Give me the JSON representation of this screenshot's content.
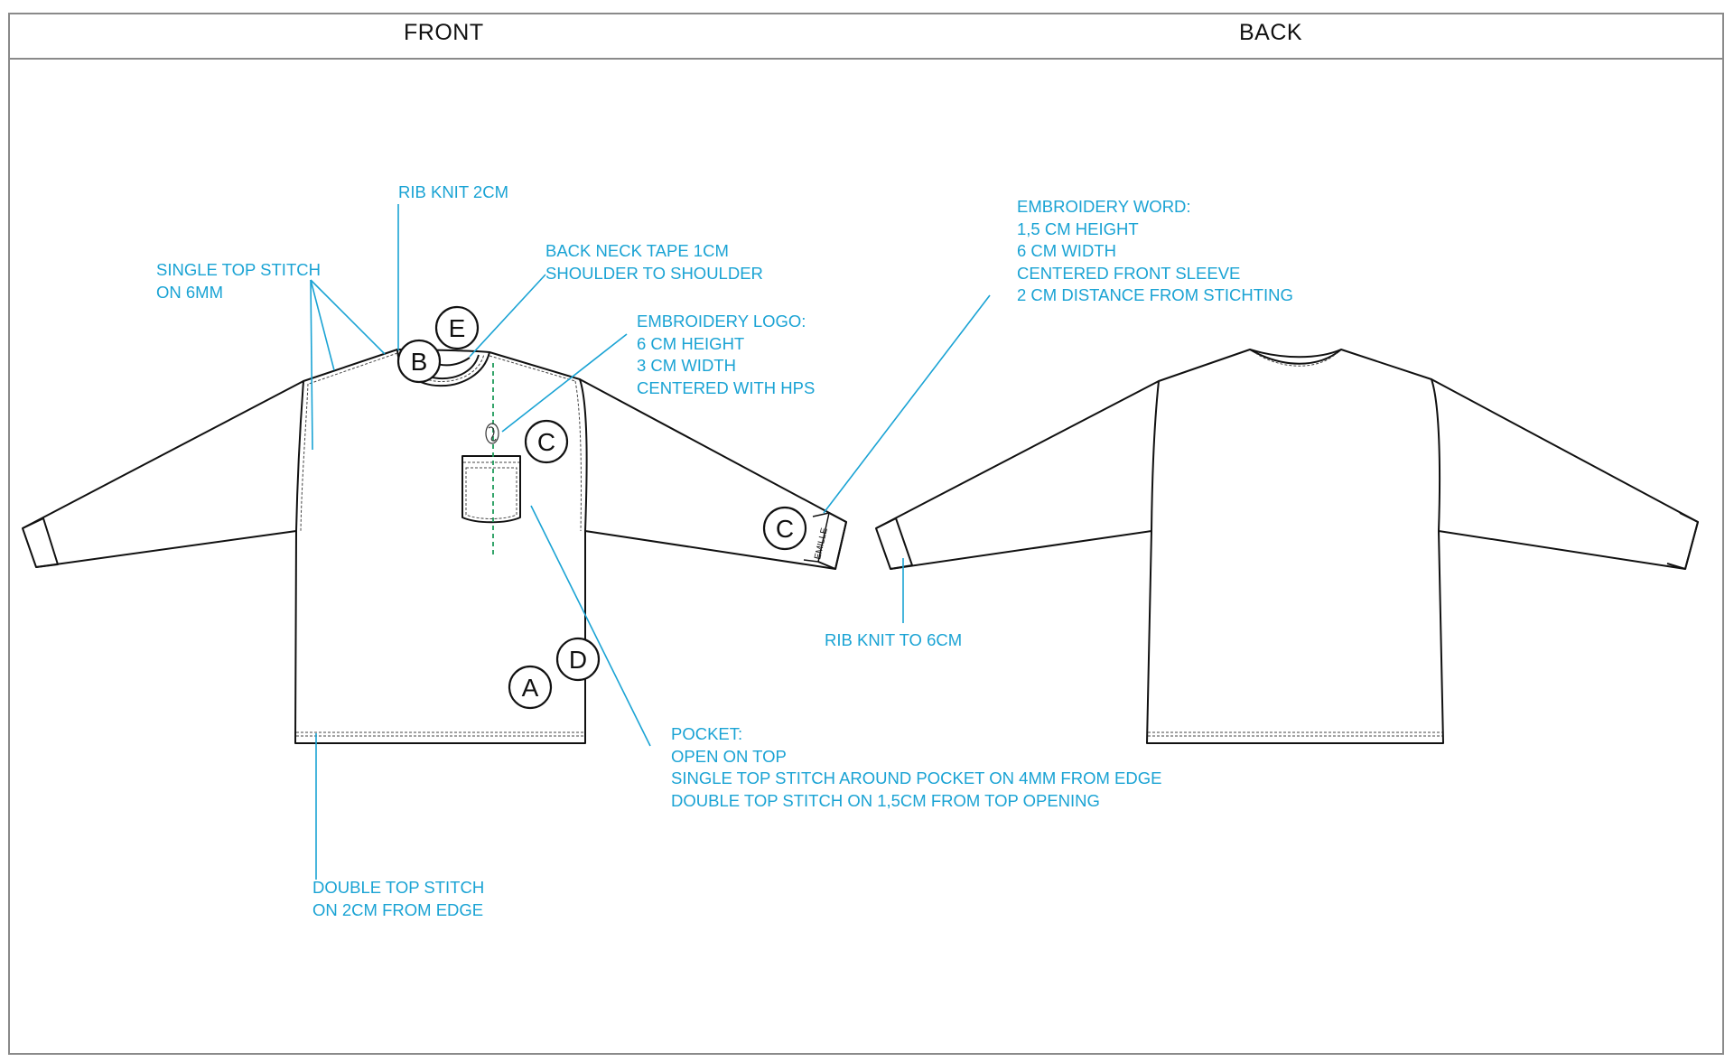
{
  "views": {
    "front": "FRONT",
    "back": "BACK"
  },
  "callout_color": "#1aa3d4",
  "markers": [
    "A",
    "B",
    "C",
    "C",
    "D",
    "E"
  ],
  "sleeve_embroidery_text": "EMILLE",
  "notes": {
    "rib_knit_collar": [
      "RIB KNIT 2CM"
    ],
    "single_top_stitch": [
      "SINGLE TOP STITCH",
      "ON 6MM"
    ],
    "back_neck_tape": [
      "BACK NECK TAPE 1CM",
      "SHOULDER TO SHOULDER"
    ],
    "embroidery_logo": [
      "EMBROIDERY LOGO:",
      "6 CM HEIGHT",
      "3 CM WIDTH",
      "CENTERED WITH HPS"
    ],
    "embroidery_word": [
      "EMBROIDERY WORD:",
      "1,5 CM HEIGHT",
      "6 CM WIDTH",
      "CENTERED FRONT SLEEVE",
      "2 CM DISTANCE FROM STICHTING"
    ],
    "rib_knit_cuff": [
      "RIB KNIT TO 6CM"
    ],
    "pocket": [
      "POCKET:",
      "OPEN ON TOP",
      "SINGLE TOP STITCH AROUND POCKET ON 4MM FROM EDGE",
      "DOUBLE TOP STITCH ON 1,5CM FROM TOP OPENING"
    ],
    "hem_stitch": [
      "DOUBLE TOP STITCH",
      "ON 2CM FROM EDGE"
    ]
  }
}
